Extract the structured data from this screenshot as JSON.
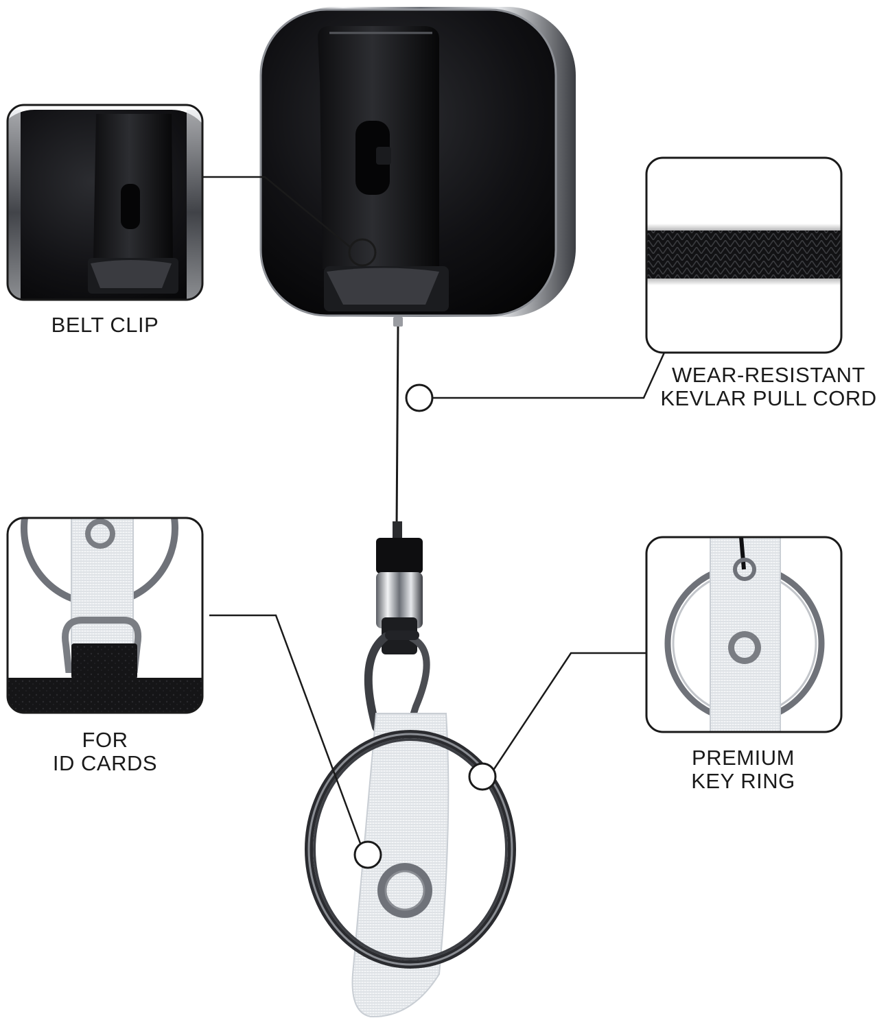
{
  "callouts": {
    "belt_clip": {
      "lines": [
        "BELT CLIP"
      ]
    },
    "pull_cord": {
      "lines": [
        "WEAR-RESISTANT",
        "KEVLAR PULL CORD"
      ]
    },
    "id_cards": {
      "lines": [
        "FOR",
        "ID CARDS"
      ]
    },
    "key_ring": {
      "lines": [
        "PREMIUM",
        "KEY RING"
      ]
    }
  },
  "colors": {
    "background": "#ffffff",
    "product_body": "#0b0b0d",
    "chrome_edge": "#c9ccd1",
    "callout_line": "#1a1a1a",
    "label_text": "#1a1a1a",
    "strap": "#eef1f4"
  },
  "icons": {
    "product": "retractable-badge-reel",
    "belt_clip_detail": "belt-clip-closeup",
    "cord_detail": "braided-cord-closeup",
    "id_card_detail": "id-card-strap-closeup",
    "key_ring_detail": "key-ring-closeup"
  }
}
